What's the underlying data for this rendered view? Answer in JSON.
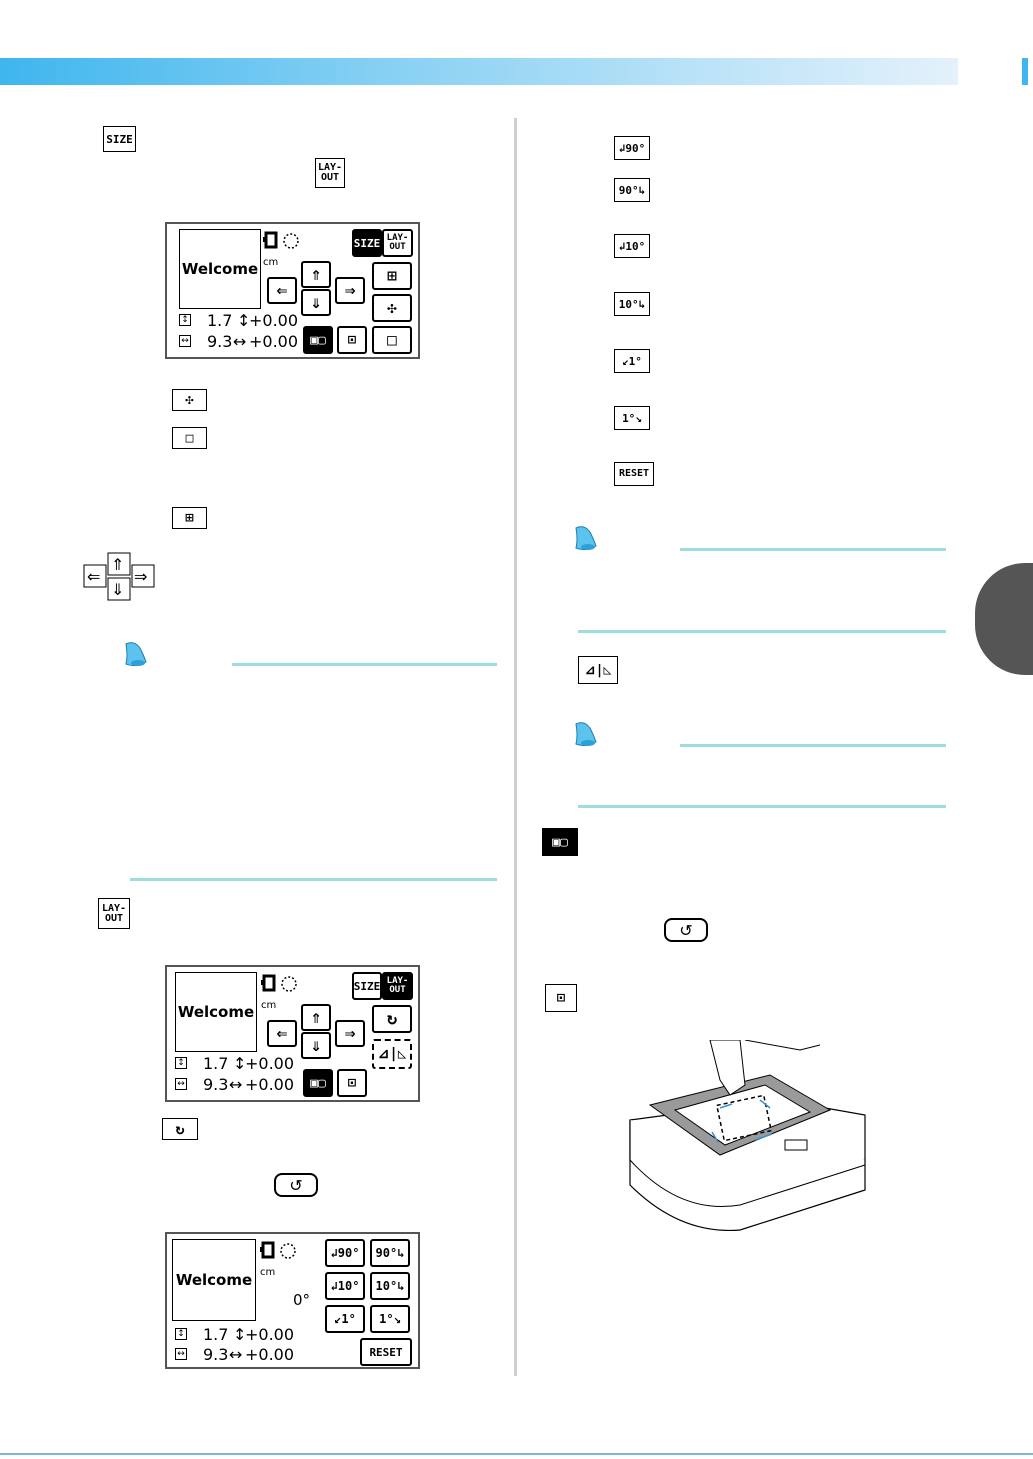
{
  "colors": {
    "accent": "#3fb6ee",
    "note_line": "#9fdcdc",
    "tab": "#555555"
  },
  "icons": {
    "size": "SIZE",
    "layout_top": "LAY-",
    "layout_bottom": "OUT",
    "rot_left_90": "↲90°",
    "rot_right_90": "90°↳",
    "rot_left_10": "↲10°",
    "rot_right_10": "10°↳",
    "rot_left_1": "↙1°",
    "rot_right_1": "1°↘",
    "reset": "RESET",
    "mirror": "⊿|◺"
  },
  "screen1": {
    "preview": "Welcome",
    "unit": "cm",
    "height_value": "1.7",
    "height_offset": "+0.00",
    "width_value": "9.3",
    "width_offset": "+0.00"
  },
  "screen2": {
    "preview": "Welcome",
    "unit": "cm",
    "height_value": "1.7",
    "height_offset": "+0.00",
    "width_value": "9.3",
    "width_offset": "+0.00"
  },
  "screen3": {
    "preview": "Welcome",
    "unit": "cm",
    "angle": "0°",
    "height_value": "1.7",
    "height_offset": "+0.00",
    "width_value": "9.3",
    "width_offset": "+0.00",
    "reset": "RESET"
  }
}
